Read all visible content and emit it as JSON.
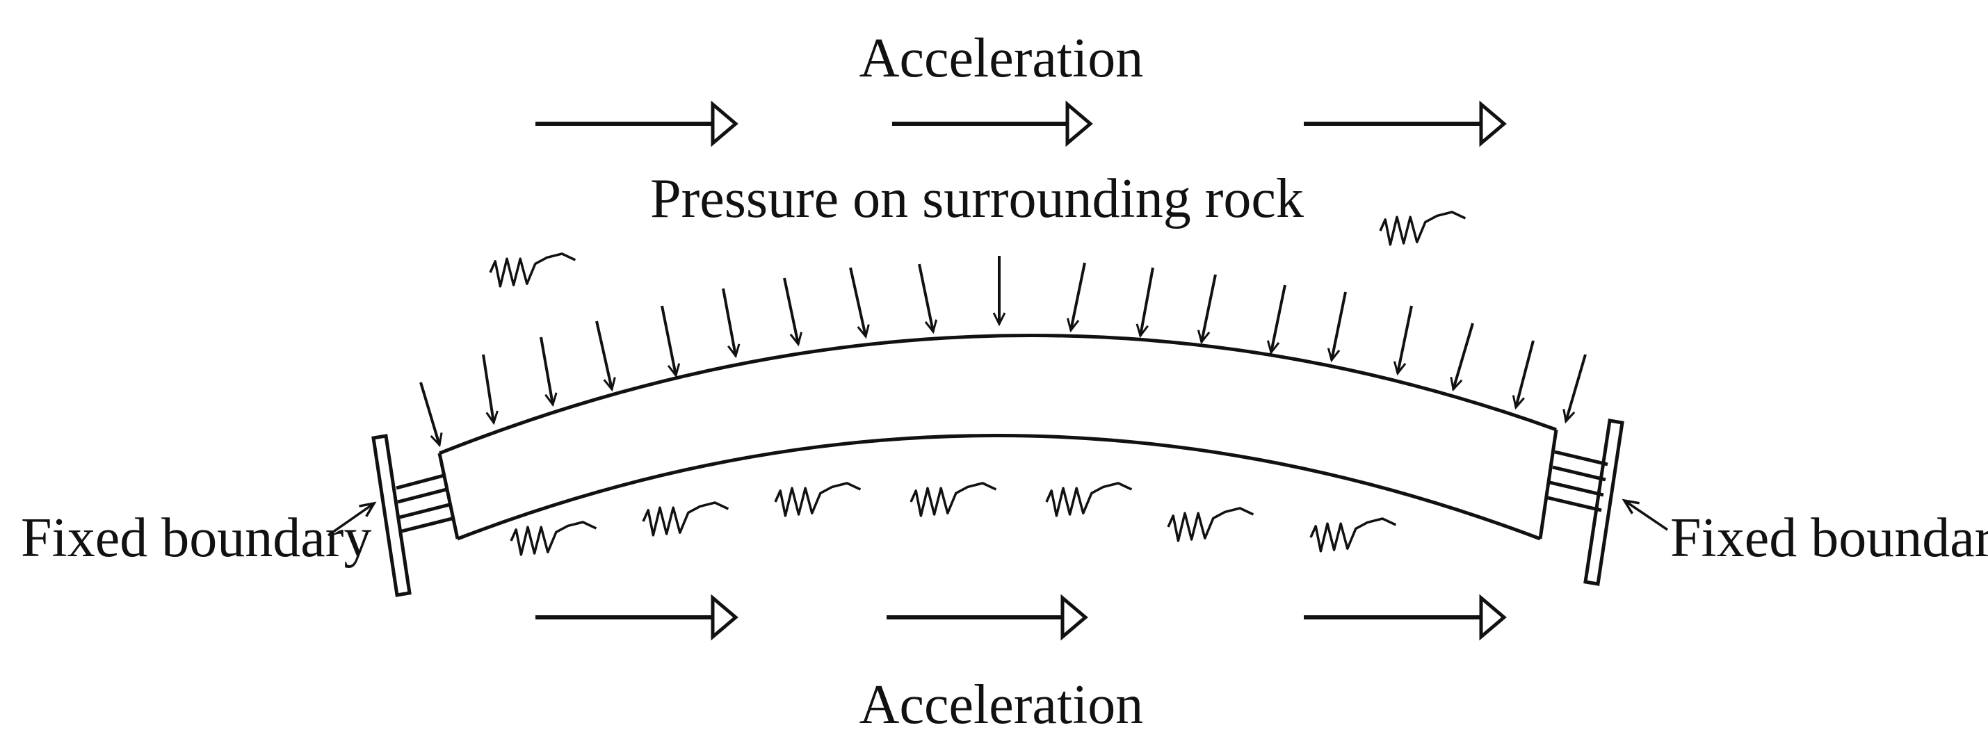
{
  "labels": {
    "acceleration_top": "Acceleration",
    "pressure": "Pressure on surrounding rock",
    "fixed_left": "Fixed boundary",
    "fixed_right": "Fixed boundary",
    "acceleration_bottom": "Acceleration"
  },
  "colors": {
    "ink": "#111111",
    "background": "#ffffff"
  },
  "icons": {
    "acceleration_arrows": "hollow-head-arrow-right",
    "pressure_arrows": "arrow-down",
    "waves": "seismic-wave-squiggle"
  }
}
